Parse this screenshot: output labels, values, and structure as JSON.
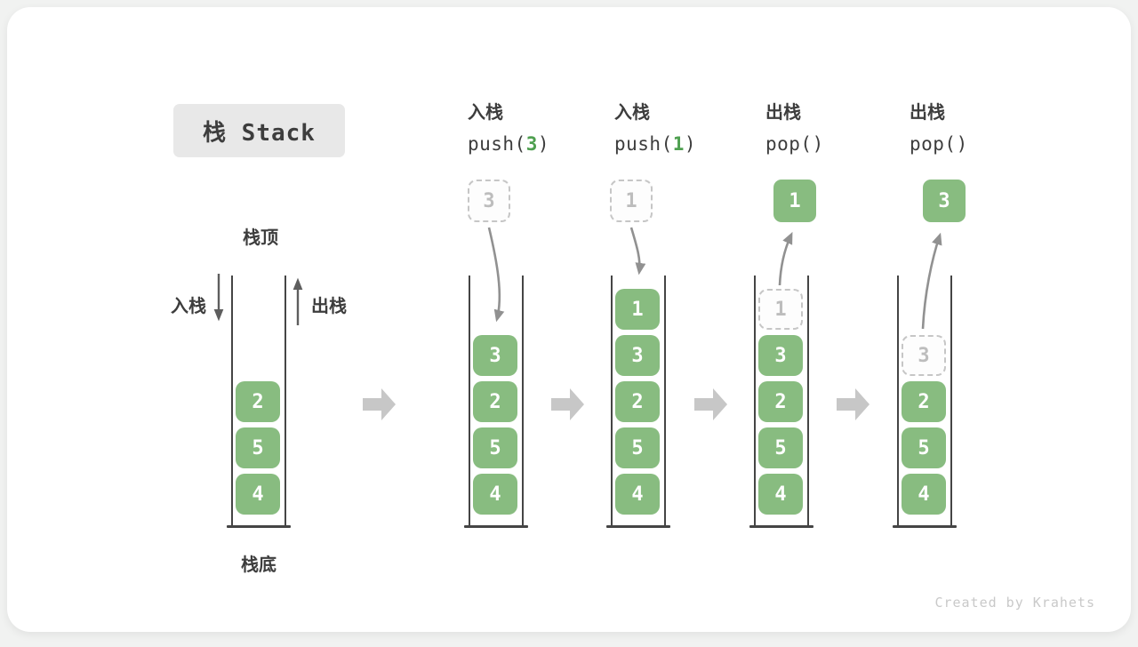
{
  "title": {
    "text": "栈 Stack"
  },
  "legend": {
    "stack_top": "栈顶",
    "stack_bottom": "栈底",
    "push": "入栈",
    "pop": "出栈"
  },
  "operations": [
    {
      "name": "入栈",
      "code_open": "push(",
      "arg": "3",
      "code_close": ")"
    },
    {
      "name": "入栈",
      "code_open": "push(",
      "arg": "1",
      "code_close": ")"
    },
    {
      "name": "出栈",
      "code_open": "pop(",
      "arg": "",
      "code_close": ")"
    },
    {
      "name": "出栈",
      "code_open": "pop(",
      "arg": "",
      "code_close": ")"
    }
  ],
  "floating_values": [
    {
      "value": "3",
      "style": "dashed"
    },
    {
      "value": "1",
      "style": "dashed"
    },
    {
      "value": "1",
      "style": "solid"
    },
    {
      "value": "3",
      "style": "solid"
    }
  ],
  "stacks": [
    {
      "cells": [
        "2",
        "5",
        "4"
      ]
    },
    {
      "cells": [
        "3",
        "2",
        "5",
        "4"
      ]
    },
    {
      "cells": [
        "1",
        "3",
        "2",
        "5",
        "4"
      ]
    },
    {
      "ghost": "1",
      "cells": [
        "3",
        "2",
        "5",
        "4"
      ]
    },
    {
      "ghost": "3",
      "cells": [
        "2",
        "5",
        "4"
      ]
    }
  ],
  "watermark": "Created by Krahets",
  "colors": {
    "cell_green": "#88BC80",
    "code_green": "#4FA050",
    "step_arrow_gray": "#C7C7C7",
    "motion_arrow_gray": "#919191",
    "text_dark": "#3D3D3D",
    "ghost_border": "#C6C6C6",
    "ghost_text": "#BDBDBD",
    "wall_dark": "#454545"
  }
}
